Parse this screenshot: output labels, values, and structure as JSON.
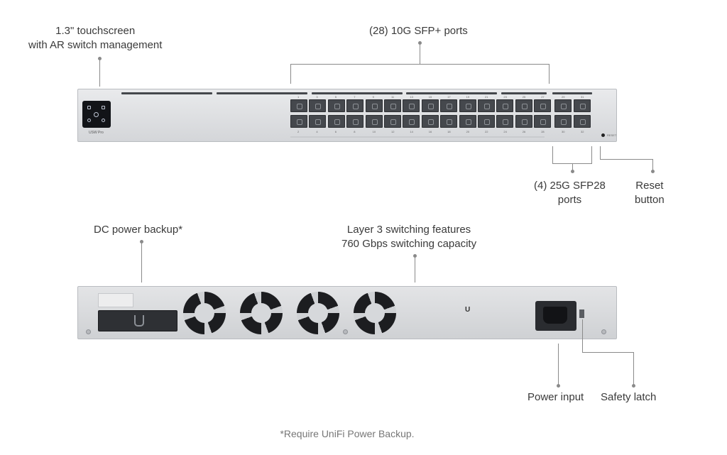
{
  "callouts": {
    "touchscreen": [
      "1.3\" touchscreen",
      "with AR switch management"
    ],
    "sfp_plus": "(28) 10G SFP+ ports",
    "sfp28": [
      "(4) 25G SFP28",
      "ports"
    ],
    "reset": [
      "Reset",
      "button"
    ],
    "dc_power": "DC power backup*",
    "layer3": [
      "Layer 3 switching features",
      "760 Gbps switching capacity"
    ],
    "power_input": "Power input",
    "safety_latch": "Safety latch"
  },
  "device": {
    "model_label": "USW Pro",
    "reset_label": "RESET",
    "sfp_top_numbers": [
      "1",
      "3",
      "5",
      "7",
      "9",
      "11",
      "13",
      "15",
      "17",
      "19",
      "21",
      "23",
      "25",
      "27"
    ],
    "sfp_bottom_numbers": [
      "2",
      "4",
      "6",
      "8",
      "10",
      "12",
      "14",
      "16",
      "18",
      "20",
      "22",
      "24",
      "26",
      "28"
    ],
    "sfp28_top_numbers": [
      "29",
      "31"
    ],
    "sfp28_bottom_numbers": [
      "30",
      "32"
    ]
  },
  "footnote": "*Require UniFi Power Backup."
}
